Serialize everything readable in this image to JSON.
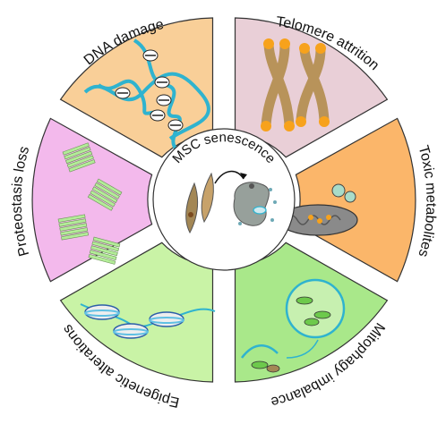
{
  "center": {
    "label": "MSC senescence",
    "fill": "#ffffff"
  },
  "segments": [
    {
      "key": "dna",
      "label": "DNA damage",
      "fill": "#f9cf98"
    },
    {
      "key": "telomere",
      "label": "Telomere attrition",
      "fill": "#e9cfd7"
    },
    {
      "key": "toxic",
      "label": "Toxic metabolites",
      "fill": "#fbb66a"
    },
    {
      "key": "mitophagy",
      "label": "Mitophagy imbalance",
      "fill": "#a9e88a"
    },
    {
      "key": "epigenetic",
      "label": "Epigenetic alterations",
      "fill": "#c9f3a6"
    },
    {
      "key": "proteostasis",
      "label": "Proteostasis loss",
      "fill": "#f3b9ec"
    }
  ],
  "colors": {
    "dna_strand": "#2fb3cf",
    "chromosome": "#b8935a",
    "telomere_cap": "#f7a21c",
    "mitochondria": "#888888",
    "mito_green": "#6dc94c",
    "nucleosome": "#5fc0e3",
    "protein_sheet": "#b3ec98",
    "cell_tan": "#a38755",
    "senescent_cell": "#97a09b"
  }
}
